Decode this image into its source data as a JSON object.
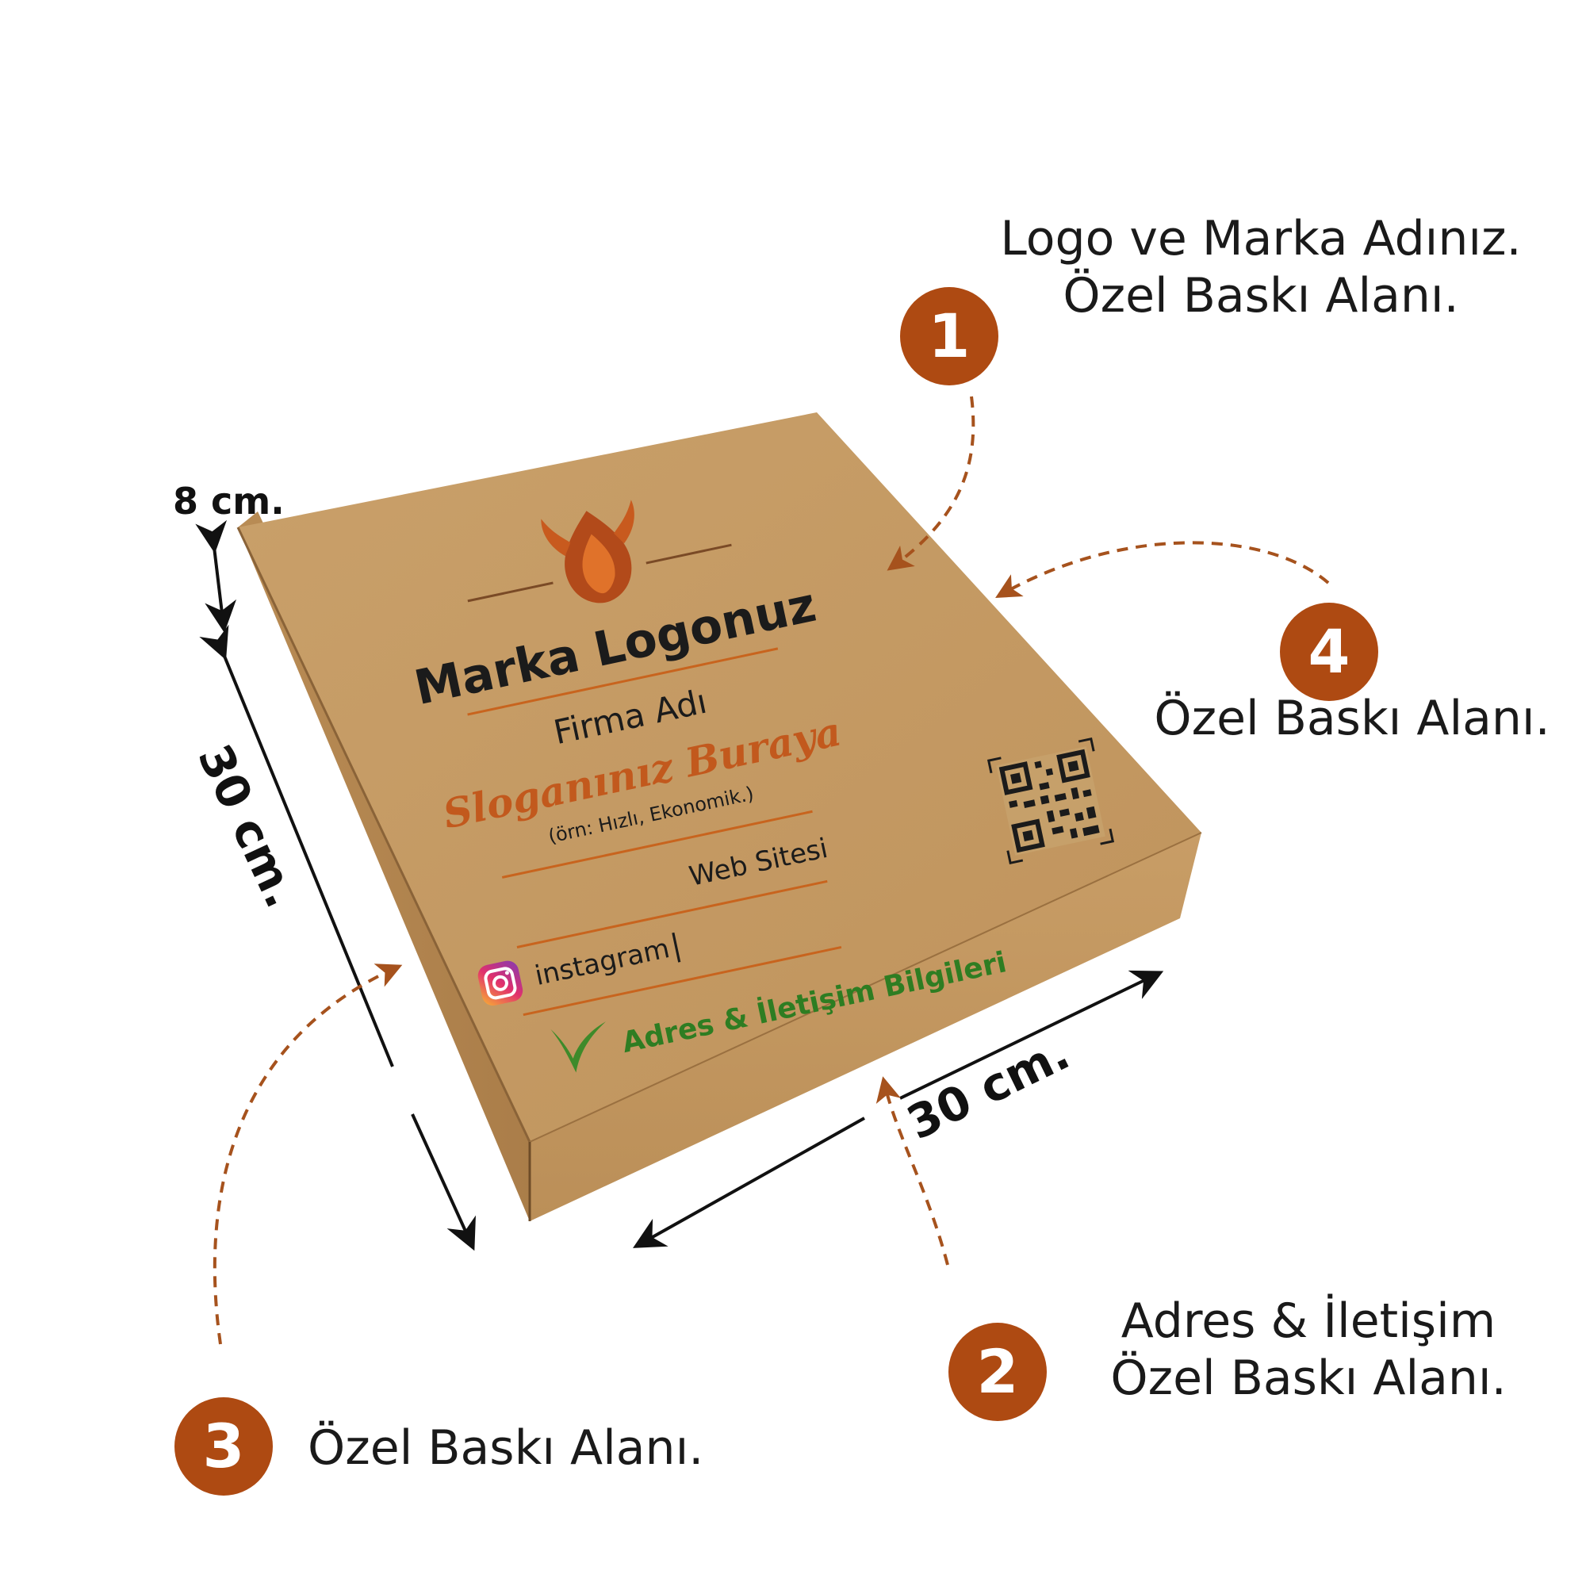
{
  "callouts": [
    {
      "number": "1",
      "lines": [
        "Logo ve Marka Adınız.",
        "Özel Baskı Alanı."
      ]
    },
    {
      "number": "2",
      "lines": [
        "Adres & İletişim",
        "Özel Baskı Alanı."
      ]
    },
    {
      "number": "3",
      "lines": [
        "Özel Baskı Alanı."
      ]
    },
    {
      "number": "4",
      "lines": [
        "Özel Baskı Alanı."
      ]
    }
  ],
  "dimensions": {
    "height": "8 cm.",
    "depth": "30 cm.",
    "width": "30 cm."
  },
  "box_print": {
    "brand": "Marka Logonuz",
    "company": "Firma Adı",
    "slogan": "Sloganınız Buraya",
    "slogan_example": "(örn: Hızlı, Ekonomik.)",
    "instagram": "instagram",
    "separator": "|",
    "website": "Web Sitesi",
    "address": "Adres & İletişim Bilgileri"
  },
  "colors": {
    "badge": "#ae4a12",
    "kraft": "#c49a64",
    "arrow_dashed": "#a6521d",
    "accent_line": "#c8641e",
    "address_green": "#2e7d22"
  },
  "icons": [
    "flame-logo-icon",
    "instagram-icon",
    "qr-code-icon",
    "leaf-icon"
  ]
}
